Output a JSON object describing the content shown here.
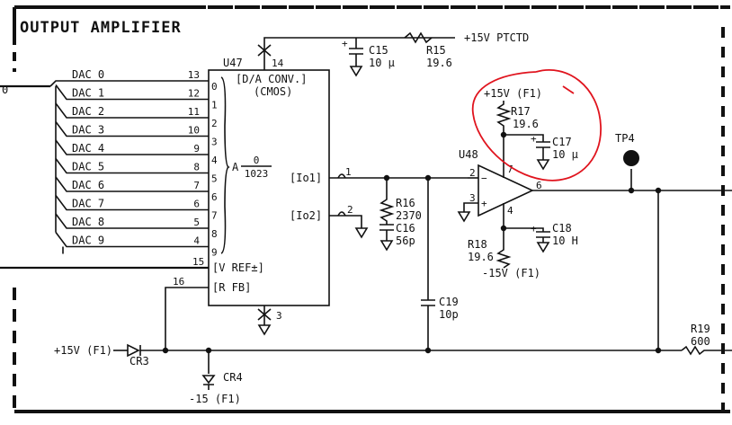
{
  "title": "OUTPUT AMPLIFIER",
  "u47": {
    "ref": "U47",
    "desc1": "[D/A CONV.]",
    "desc2": "(CMOS)",
    "pin14": "14",
    "pin3": "3",
    "gain_prefix": "A",
    "gain_num": "0",
    "gain_den": "1023",
    "io1": "[Io1]",
    "io2": "[Io2]",
    "out1_pin": "1",
    "out2_pin": "2",
    "vref_label": "[V REF±]",
    "vref_pin": "15",
    "rfb_label": "[R FB]",
    "rfb_pin": "16",
    "in_pins": [
      "0",
      "1",
      "2",
      "3",
      "4",
      "5",
      "6",
      "7",
      "8",
      "9"
    ]
  },
  "dac_lines": [
    {
      "label": "DAC 0",
      "pin": "13"
    },
    {
      "label": "DAC 1",
      "pin": "12"
    },
    {
      "label": "DAC 2",
      "pin": "11"
    },
    {
      "label": "DAC 3",
      "pin": "10"
    },
    {
      "label": "DAC 4",
      "pin": "9"
    },
    {
      "label": "DAC 5",
      "pin": "8"
    },
    {
      "label": "DAC 6",
      "pin": "7"
    },
    {
      "label": "DAC 7",
      "pin": "6"
    },
    {
      "label": "DAC 8",
      "pin": "5"
    },
    {
      "label": "DAC 9",
      "pin": "4"
    }
  ],
  "left_edge_label": "0",
  "components": {
    "c15": {
      "ref": "C15",
      "value": "10 µ"
    },
    "r15": {
      "ref": "R15",
      "value": "19.6"
    },
    "supply_ptctd": "+15V PTCTD",
    "r16": {
      "ref": "R16",
      "value": "2370"
    },
    "c16": {
      "ref": "C16",
      "value": "56p"
    },
    "c19": {
      "ref": "C19",
      "value": "10p"
    },
    "u48": {
      "ref": "U48",
      "pin_inv": "2",
      "pin_noninv": "3",
      "pin_out": "6",
      "pin_vp": "7",
      "pin_vn": "4"
    },
    "supply_top": "+15V (F1)",
    "r17": {
      "ref": "R17",
      "value": "19.6"
    },
    "c17": {
      "ref": "C17",
      "value": "10 µ"
    },
    "r18": {
      "ref": "R18",
      "value": "19.6"
    },
    "supply_bottom": "-15V (F1)",
    "c18": {
      "ref": "C18",
      "value": "10 H"
    },
    "tp4": "TP4",
    "r19": {
      "ref": "R19",
      "value": "600"
    },
    "cr3": {
      "ref": "CR3",
      "supply": "+15V (F1)"
    },
    "cr4": {
      "ref": "CR4",
      "supply": "-15 (F1)"
    }
  },
  "colors": {
    "ink": "#111111",
    "annotation": "#e0141e",
    "paper": "#ffffff"
  }
}
